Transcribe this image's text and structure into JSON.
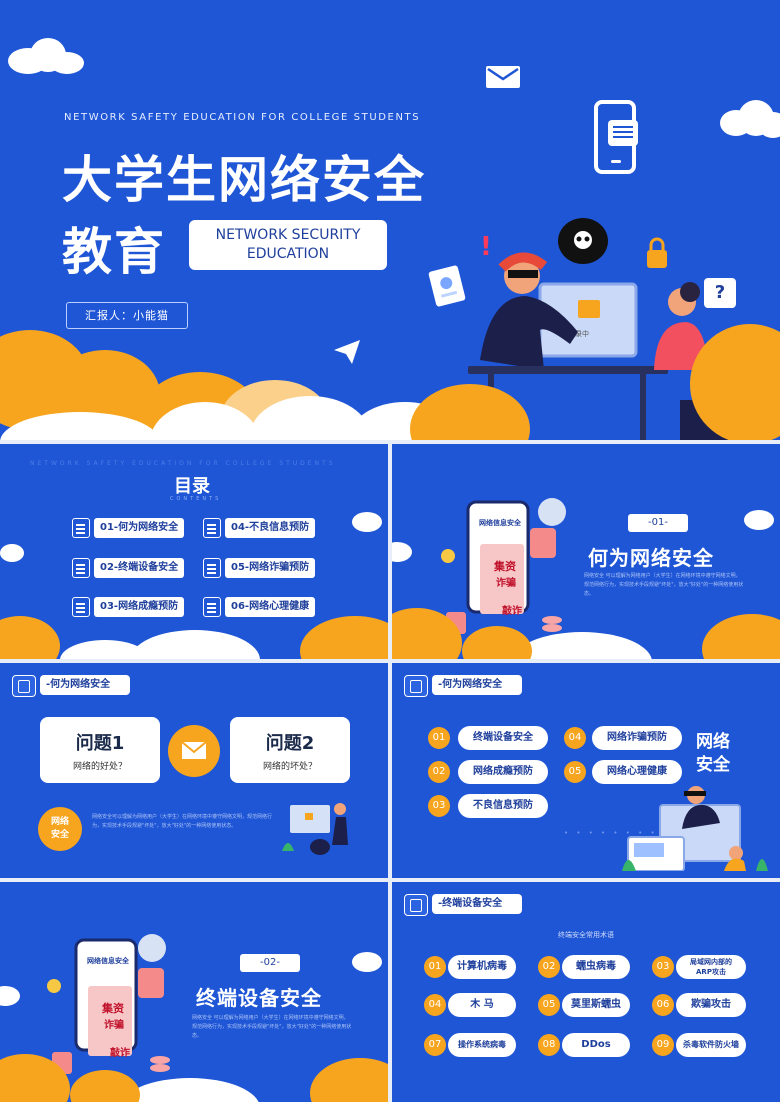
{
  "cover": {
    "subtitle_en": "NETWORK SAFETY EDUCATION FOR COLLEGE STUDENTS",
    "title_line1": "大学生网络安全",
    "title_line2": "教育",
    "badge": "NETWORK SECURITY\nEDUCATION",
    "reporter": "汇报人：小能猫",
    "screen_text": "登录中"
  },
  "toc": {
    "title": "目录",
    "title_en": "CONTENTS",
    "watermark": "NETWORK SAFETY EDUCATION FOR COLLEGE STUDENTS",
    "items": [
      "01-何为网络安全",
      "02-终端设备安全",
      "03-网络成瘾预防",
      "04-不良信息预防",
      "05-网络诈骗预防",
      "06-网络心理健康"
    ]
  },
  "section1": {
    "num": "-01-",
    "title": "何为网络安全",
    "body": "网络安全 可以理解为网络用户（大学生）在网络环境中遵守网络文明，规范网络行为，实现技术手段规避\"坏处\"，放大\"好处\"的一种网络使用状态。",
    "phone_label": "网络信息安全",
    "scroll_words": [
      "集资",
      "诈骗",
      "敲诈"
    ]
  },
  "qa": {
    "tag": "-何为网络安全",
    "q1_title": "问题1",
    "q1_sub": "网络的好处？",
    "q2_title": "问题2",
    "q2_sub": "网络的坏处？",
    "badge": "网络\n安全",
    "body": "网络安全可以理解为网络用户（大学生）在网络环境中遵守网络文明，规范网络行为，实现技术手段规避\"坏处\"，放大\"好处\"的一种网络使用状态。"
  },
  "topics": {
    "tag": "-何为网络安全",
    "side_title": "网络\n安全",
    "left": [
      {
        "num": "01",
        "label": "终端设备安全"
      },
      {
        "num": "02",
        "label": "网络成瘾预防"
      },
      {
        "num": "03",
        "label": "不良信息预防"
      }
    ],
    "right": [
      {
        "num": "04",
        "label": "网络诈骗预防"
      },
      {
        "num": "05",
        "label": "网络心理健康"
      }
    ]
  },
  "section2": {
    "num": "-02-",
    "title": "终端设备安全",
    "body": "网络安全 可以理解为网络用户（大学生）在网络环境中遵守网络文明，规范网络行为，实现技术手段规避\"坏处\"，放大\"好处\"的一种网络使用状态。",
    "phone_label": "网络信息安全",
    "scroll_words": [
      "集资",
      "诈骗",
      "敲诈"
    ]
  },
  "terms": {
    "tag": "-终端设备安全",
    "heading": "终端安全常用术语",
    "items": [
      {
        "num": "01",
        "label": "计算机病毒"
      },
      {
        "num": "02",
        "label": "蠕虫病毒"
      },
      {
        "num": "03",
        "label": "局域网内部的\nARP攻击"
      },
      {
        "num": "04",
        "label": "木 马"
      },
      {
        "num": "05",
        "label": "莫里斯蠕虫"
      },
      {
        "num": "06",
        "label": "欺骗攻击"
      },
      {
        "num": "07",
        "label": "操作系统病毒"
      },
      {
        "num": "08",
        "label": "DDos"
      },
      {
        "num": "09",
        "label": "杀毒软件防火墙"
      }
    ]
  },
  "colors": {
    "primary": "#1f56d6",
    "accent": "#f7a51e",
    "dark_navy": "#1f3f9c"
  }
}
